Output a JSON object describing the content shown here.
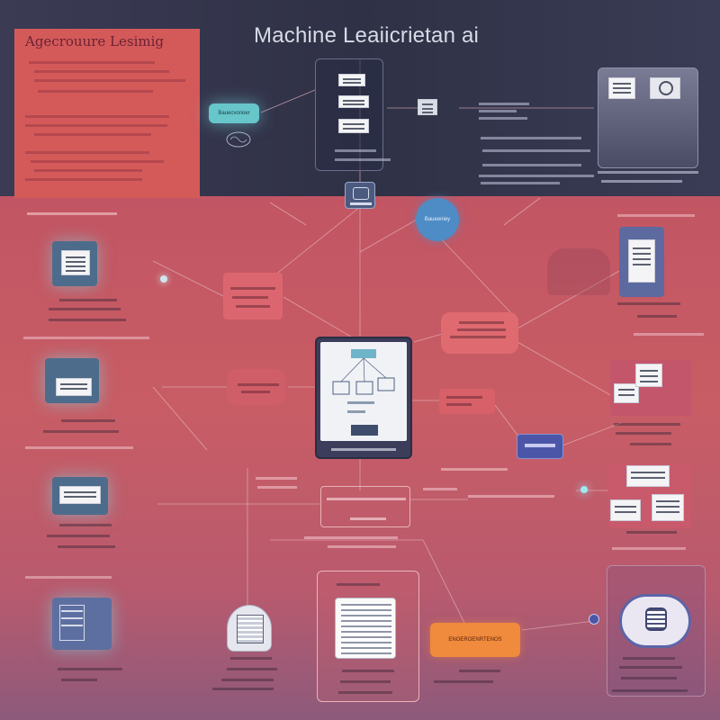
{
  "title": "Machine Leaiicrietan ai",
  "panel_title": "Agecrouure Lesimig",
  "top_badge_left": "Bauecvonoer",
  "circle_label": "Baueeniey",
  "orange_button": "ENOEROENRTENOS",
  "colors": {
    "top_band": "#32344a",
    "lower_band": "#c45862",
    "title_panel": "#d45a5a",
    "accent_cyan": "#5ad2d6",
    "accent_orange": "#f08a3c",
    "accent_blue": "#4a7fc1"
  },
  "icons": {
    "brain": "brain-icon",
    "robot": "robot-icon",
    "server": "server-icon",
    "gear": "gear-icon",
    "cube": "cube-icon",
    "document": "document-icon"
  }
}
